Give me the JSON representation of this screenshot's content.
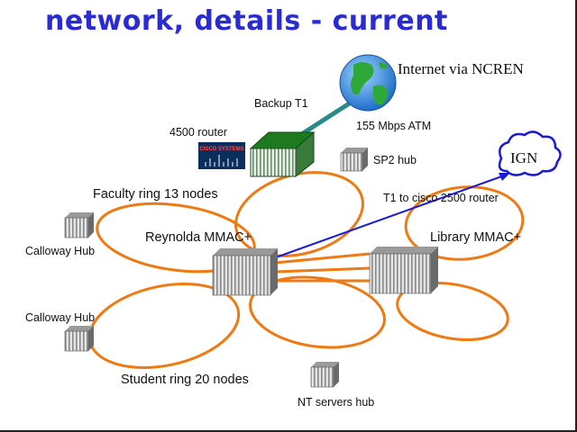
{
  "title": "network, details - current",
  "labels": {
    "internet": "Internet via NCREN",
    "backup_t1": "Backup T1",
    "atm": "155 Mbps ATM",
    "router_4500": "4500 router",
    "cisco_brand": "Cisco Systems",
    "sp2_hub": "SP2 hub",
    "ign": "IGN",
    "faculty_ring": "Faculty ring 13 nodes",
    "t1_cisco": "T1 to cisco 2500 router",
    "calloway_hub_top": "Calloway Hub",
    "reynolda_mmac": "Reynolda MMAC+",
    "library_mmac": "Library MMAC+",
    "calloway_hub_bottom": "Calloway Hub",
    "student_ring": "Student ring 20 nodes",
    "nt_servers_hub": "NT servers hub"
  },
  "colors": {
    "title": "#2b2bd6",
    "ring": "#ee7a14",
    "atm_link": "#2a8a8a",
    "t1_link": "#1a1ad6",
    "router_top": "#1e7a1e",
    "hub_gray": "#b8b8b8",
    "globe_ocean": "#3a8fe0",
    "globe_land": "#2fa83a"
  },
  "icons": {
    "globe": "globe-icon",
    "router": "router-icon",
    "cloud": "cloud-icon",
    "hub": "hub-icon",
    "switch": "switch-icon",
    "cisco_logo": "cisco-logo-icon"
  }
}
